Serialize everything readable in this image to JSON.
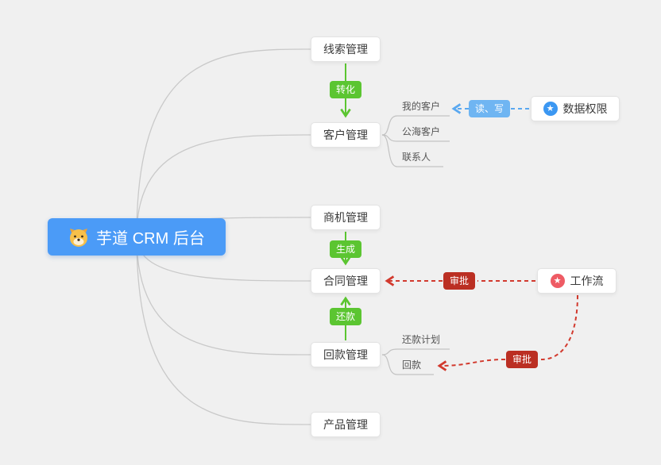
{
  "root": {
    "label": "芋道 CRM 后台"
  },
  "nodes": {
    "clue": {
      "label": "线索管理"
    },
    "customer": {
      "label": "客户管理"
    },
    "opportunity": {
      "label": "商机管理"
    },
    "contract": {
      "label": "合同管理"
    },
    "payment": {
      "label": "回款管理"
    },
    "product": {
      "label": "产品管理"
    },
    "data_permission": {
      "label": "数据权限"
    },
    "workflow": {
      "label": "工作流"
    }
  },
  "badges": {
    "convert": {
      "label": "转化",
      "color": "#5bc531"
    },
    "generate": {
      "label": "生成",
      "color": "#5bc531"
    },
    "repay": {
      "label": "还款",
      "color": "#5bc531"
    },
    "read_write": {
      "label": "读、写",
      "color": "#6fb5f2"
    },
    "approve_contract": {
      "label": "审批",
      "color": "#bb2f23"
    },
    "approve_payment": {
      "label": "审批",
      "color": "#bb2f23"
    }
  },
  "customer_children": [
    {
      "label": "我的客户"
    },
    {
      "label": "公海客户"
    },
    {
      "label": "联系人"
    }
  ],
  "payment_children": [
    {
      "label": "还款计划"
    },
    {
      "label": "回款"
    }
  ],
  "icons": {
    "root": "dog-icon",
    "data_permission": "star-icon",
    "workflow": "star-icon"
  },
  "colors": {
    "background": "#f0f0f0",
    "root_blue": "#4b9bf7",
    "branch_gray": "#c9c9c9",
    "green": "#5bc531",
    "light_blue": "#6fb5f2",
    "dark_red": "#bb2f23",
    "arrow_red": "#d23a2e",
    "arrow_blue": "#5aa8f0",
    "star_blue": "#3b97f2",
    "star_pink": "#ee5b64"
  }
}
